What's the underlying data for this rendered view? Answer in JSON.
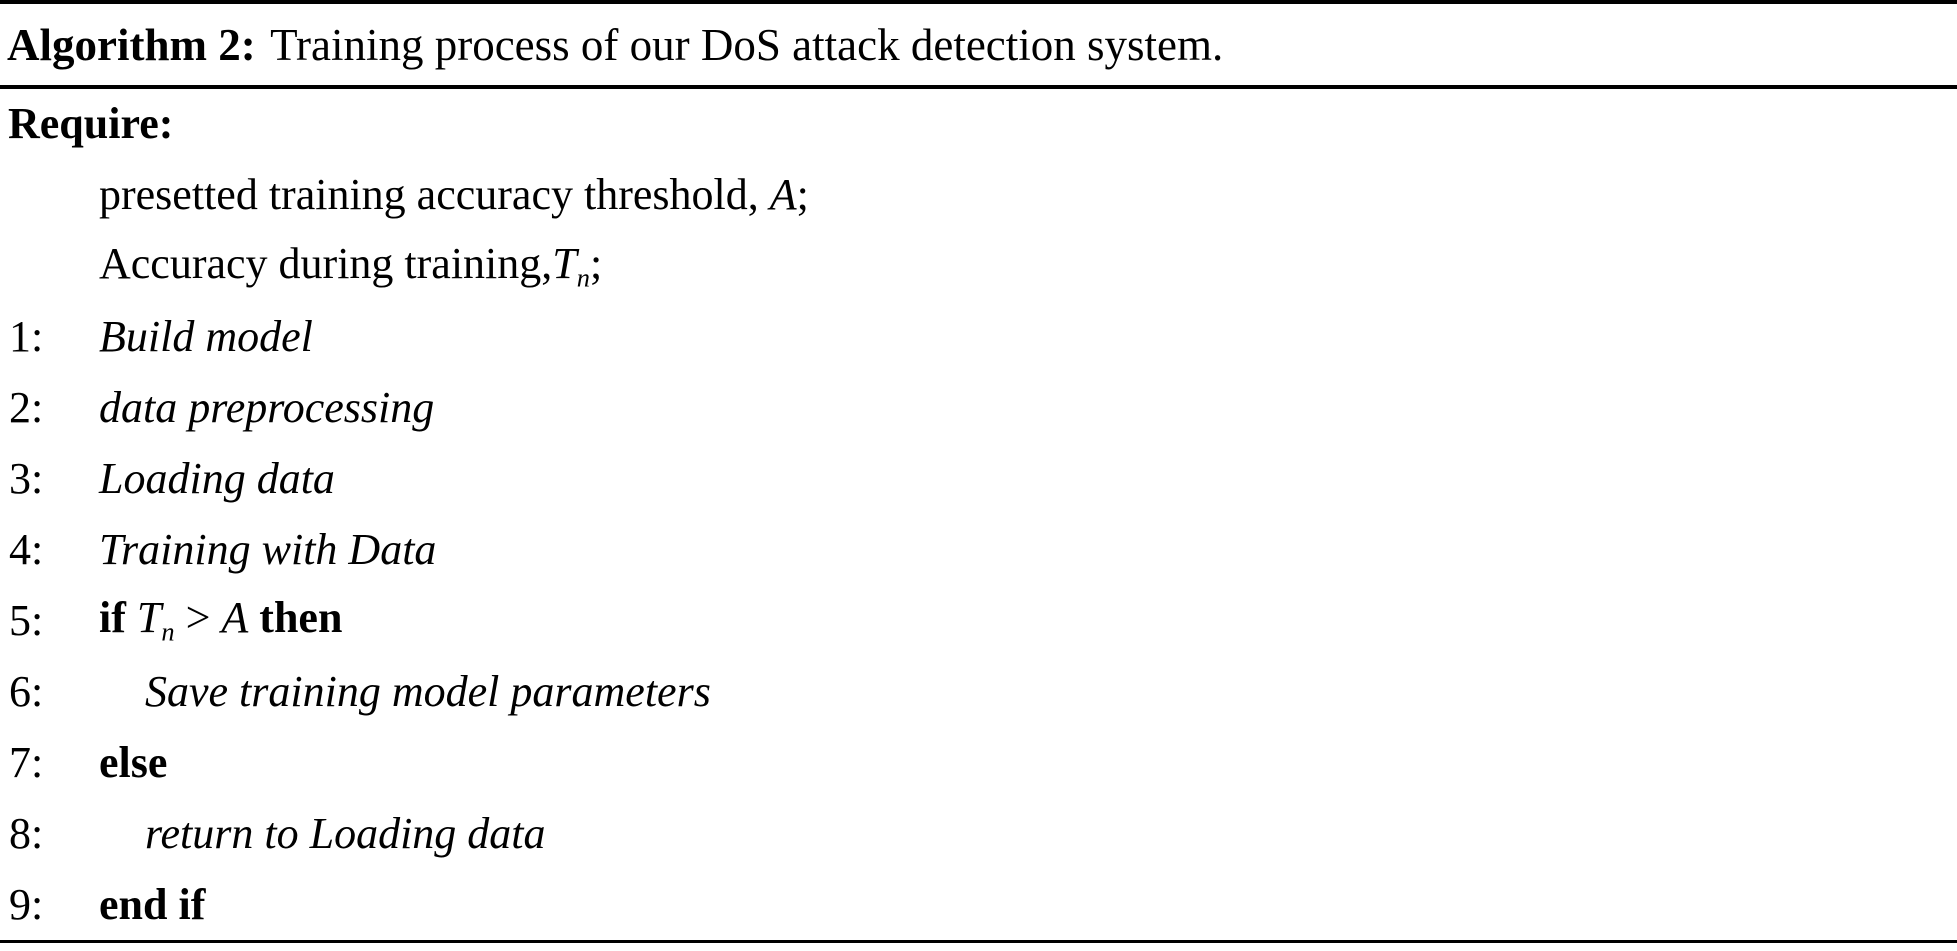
{
  "colors": {
    "text": "#000000",
    "background": "#ffffff",
    "rule": "#000000"
  },
  "header": {
    "label": "Algorithm 2:",
    "title": "Training process of our DoS attack detection system."
  },
  "body": {
    "require_label": "Require:",
    "require_lines": [
      {
        "indent": 1,
        "segments": [
          {
            "text": "presetted training accuracy threshold, ",
            "style": "normal"
          },
          {
            "text": "A",
            "style": "italic"
          },
          {
            "text": ";",
            "style": "normal"
          }
        ]
      },
      {
        "indent": 1,
        "segments": [
          {
            "text": "Accuracy during training,",
            "style": "normal"
          },
          {
            "text": "T",
            "style": "italic"
          },
          {
            "text": "n",
            "style": "italic-sub"
          },
          {
            "text": ";",
            "style": "normal"
          }
        ]
      }
    ],
    "numbered_lines": [
      {
        "num": "1:",
        "indent": 1,
        "segments": [
          {
            "text": "Build model",
            "style": "italic"
          }
        ]
      },
      {
        "num": "2:",
        "indent": 1,
        "segments": [
          {
            "text": "data preprocessing",
            "style": "italic"
          }
        ]
      },
      {
        "num": "3:",
        "indent": 1,
        "segments": [
          {
            "text": "Loading data",
            "style": "italic"
          }
        ]
      },
      {
        "num": "4:",
        "indent": 1,
        "segments": [
          {
            "text": "Training with Data",
            "style": "italic"
          }
        ]
      },
      {
        "num": "5:",
        "indent": 1,
        "segments": [
          {
            "text": "if ",
            "style": "bold"
          },
          {
            "text": "T",
            "style": "italic"
          },
          {
            "text": "n",
            "style": "italic-sub"
          },
          {
            "text": " > ",
            "style": "normal"
          },
          {
            "text": "A",
            "style": "italic"
          },
          {
            "text": " then",
            "style": "bold"
          }
        ]
      },
      {
        "num": "6:",
        "indent": 2,
        "segments": [
          {
            "text": "Save training model parameters",
            "style": "italic"
          }
        ]
      },
      {
        "num": "7:",
        "indent": 1,
        "segments": [
          {
            "text": "else",
            "style": "bold"
          }
        ]
      },
      {
        "num": "8:",
        "indent": 2,
        "segments": [
          {
            "text": "return to Loading data",
            "style": "italic"
          }
        ]
      },
      {
        "num": "9:",
        "indent": 1,
        "segments": [
          {
            "text": "end if",
            "style": "bold"
          }
        ]
      }
    ]
  }
}
